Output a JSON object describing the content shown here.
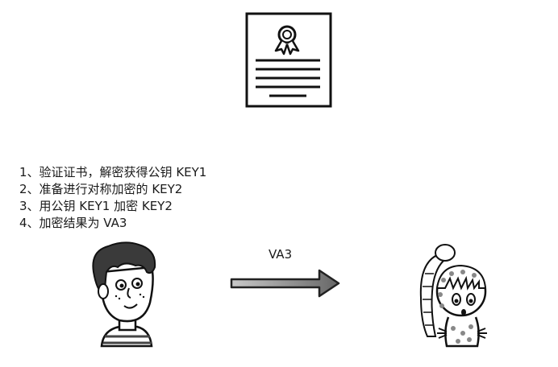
{
  "steps": [
    "1、验证证书，解密获得公钥 KEY1",
    "2、准备进行对称加密的 KEY2",
    "3、用公钥 KEY1 加密 KEY2",
    "4、加密结果为 VA3"
  ],
  "arrow_label": "VA3",
  "icons": {
    "certificate": "certificate-icon",
    "client": "boy-face-icon",
    "server": "girl-face-icon",
    "arrow": "right-arrow-icon"
  }
}
